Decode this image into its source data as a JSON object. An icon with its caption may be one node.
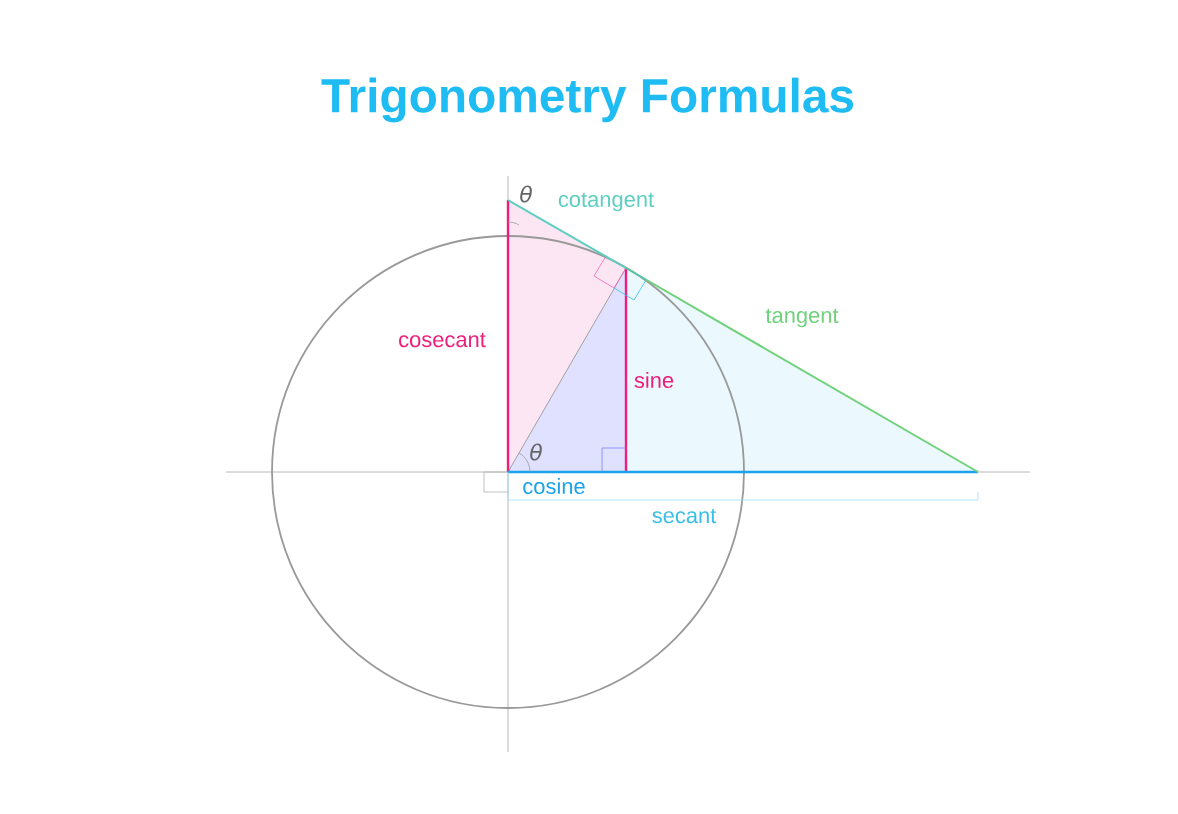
{
  "diagram": {
    "title": "Trigonometry Formulas",
    "labels": [
      "θ",
      "cotangent",
      "tangent",
      "cosecant",
      "sine",
      "θ",
      "cosine",
      "secant"
    ]
  }
}
